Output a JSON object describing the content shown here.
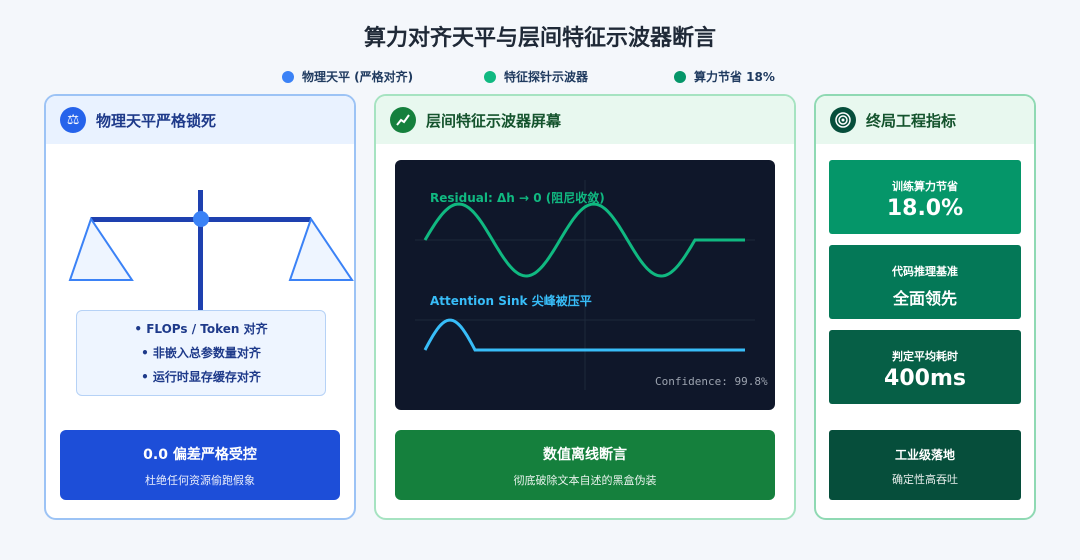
{
  "title": "算力对齐天平与层间特征示波器断言",
  "legend": [
    {
      "label": "物理天平 (严格对齐)",
      "color": "#3b82f6"
    },
    {
      "label": "特征探针示波器",
      "color": "#10b981"
    },
    {
      "label": "算力节省 18%",
      "color": "#059669"
    }
  ],
  "panel_balance": {
    "title": "物理天平严格锁死",
    "icon": "balance-scale-icon",
    "notes": [
      "• FLOPs / Token 对齐",
      "• 非嵌入总参数量对齐",
      "• 运行时显存缓存对齐"
    ],
    "card": {
      "title": "0.0 偏差严格受控",
      "subtitle": "杜绝任何资源偷跑假象"
    }
  },
  "panel_scope": {
    "title": "层间特征示波器屏幕",
    "icon": "chart-trend-icon",
    "residual_label": "Residual: Δh → 0 (阻尼收敛)",
    "sink_label": "Attention Sink 尖峰被压平",
    "confidence": "Confidence: 99.8%",
    "residual_color": "#10b981",
    "sink_color": "#38bdf8",
    "card": {
      "title": "数值离线断言",
      "subtitle": "彻底破除文本自述的黑盒伪装"
    }
  },
  "panel_metrics": {
    "title": "终局工程指标",
    "icon": "target-icon",
    "metrics": [
      {
        "label": "训练算力节省",
        "value": "18.0%"
      },
      {
        "label": "代码推理基准",
        "value": "全面领先"
      },
      {
        "label": "判定平均耗时",
        "value": "400ms"
      }
    ],
    "footer": {
      "title": "工业级落地",
      "subtitle": "确定性高吞吐"
    }
  }
}
